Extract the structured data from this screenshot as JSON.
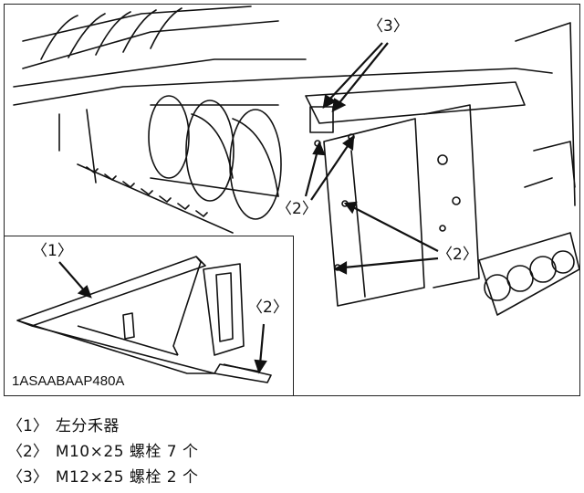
{
  "figure": {
    "code": "1ASAABAAP480A",
    "callouts": {
      "main_bolts_m12": "〈3〉",
      "main_bolts_left": "〈2〉",
      "main_bolts_right": "〈2〉",
      "inset_divider": "〈1〉",
      "inset_bolt": "〈2〉"
    }
  },
  "legend": {
    "items": [
      {
        "num": "〈1〉",
        "text": "左分禾器"
      },
      {
        "num": "〈2〉",
        "text": "M10×25 螺栓  7 个"
      },
      {
        "num": "〈3〉",
        "text": "M12×25 螺栓  2 个"
      }
    ]
  }
}
